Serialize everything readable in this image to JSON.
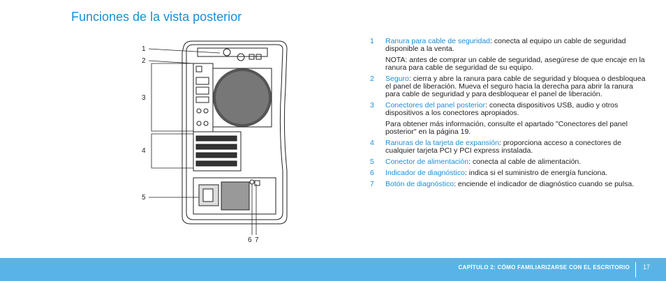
{
  "page": {
    "title": "Funciones de la vista posterior"
  },
  "diagram": {
    "callouts": [
      "1",
      "2",
      "3",
      "4",
      "5",
      "6",
      "7"
    ]
  },
  "items": [
    {
      "num": "1",
      "term": "Ranura para cable de seguridad",
      "desc": ": conecta al equipo un cable de seguridad disponible a la venta.",
      "note_label": "NOTA:",
      "note": " antes de comprar un cable de seguridad, asegúrese de que encaje en la ranura para cable de seguridad de su equipo."
    },
    {
      "num": "2",
      "term": "Seguro",
      "desc": ": cierra y abre la ranura para cable de seguridad y bloquea o desbloquea el panel de liberación. Mueva el seguro hacia la derecha para abrir la ranura para cable de seguridad y para desbloquear el panel de liberación."
    },
    {
      "num": "3",
      "term": "Conectores del panel posterior",
      "desc": ": conecta dispositivos USB, audio y otros dispositivos a los conectores apropiados.",
      "extra": "Para obtener más información, consulte el apartado \"Conectores del panel posterior\" en la página 19."
    },
    {
      "num": "4",
      "term": "Ranuras de la tarjeta de expansión",
      "desc": ": proporciona acceso a conectores de cualquier tarjeta PCI y PCI express instalada."
    },
    {
      "num": "5",
      "term": "Conector de alimentación",
      "desc": ": conecta al cable de alimentación."
    },
    {
      "num": "6",
      "term": "Indicador de diagnóstico",
      "desc": ": indica si el suministro de energía funciona."
    },
    {
      "num": "7",
      "term": "Botón de diagnóstico",
      "desc": ": enciende el indicador de diagnóstico cuando se pulsa."
    }
  ],
  "footer": {
    "chapter": "CAPÍTULO 2: CÓMO FAMILIARIZARSE CON EL ESCRITORIO",
    "page_number": "17"
  },
  "colors": {
    "accent": "#1a8fd6",
    "footer_bg": "#5ab3e6"
  }
}
